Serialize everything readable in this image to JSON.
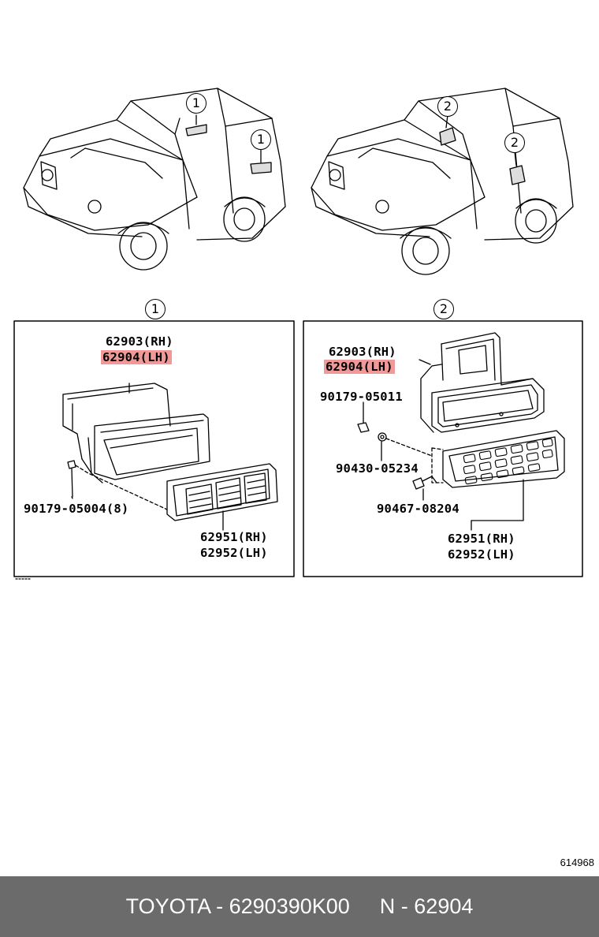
{
  "callouts": {
    "one": "1",
    "two": "2"
  },
  "panel1": {
    "label_upper": "62903(RH)",
    "label_highlighted": "62904(LH)",
    "bolt": "90179-05004(8)",
    "grille_rh": "62951(RH)",
    "grille_lh": "62952(LH)"
  },
  "panel2": {
    "label_upper": "62903(RH)",
    "label_highlighted": "62904(LH)",
    "bolt": "90179-05011",
    "nut": "90430-05234",
    "clip": "90467-08204",
    "grille_rh": "62951(RH)",
    "grille_lh": "62952(LH)"
  },
  "reference_number": "614968",
  "footer": {
    "brand_part": "TOYOTA - 6290390K00",
    "short_part": "N - 62904"
  },
  "colors": {
    "highlight": "#e85a5a",
    "footer_bg": "#6b6b6b",
    "footer_text": "#ffffff"
  }
}
